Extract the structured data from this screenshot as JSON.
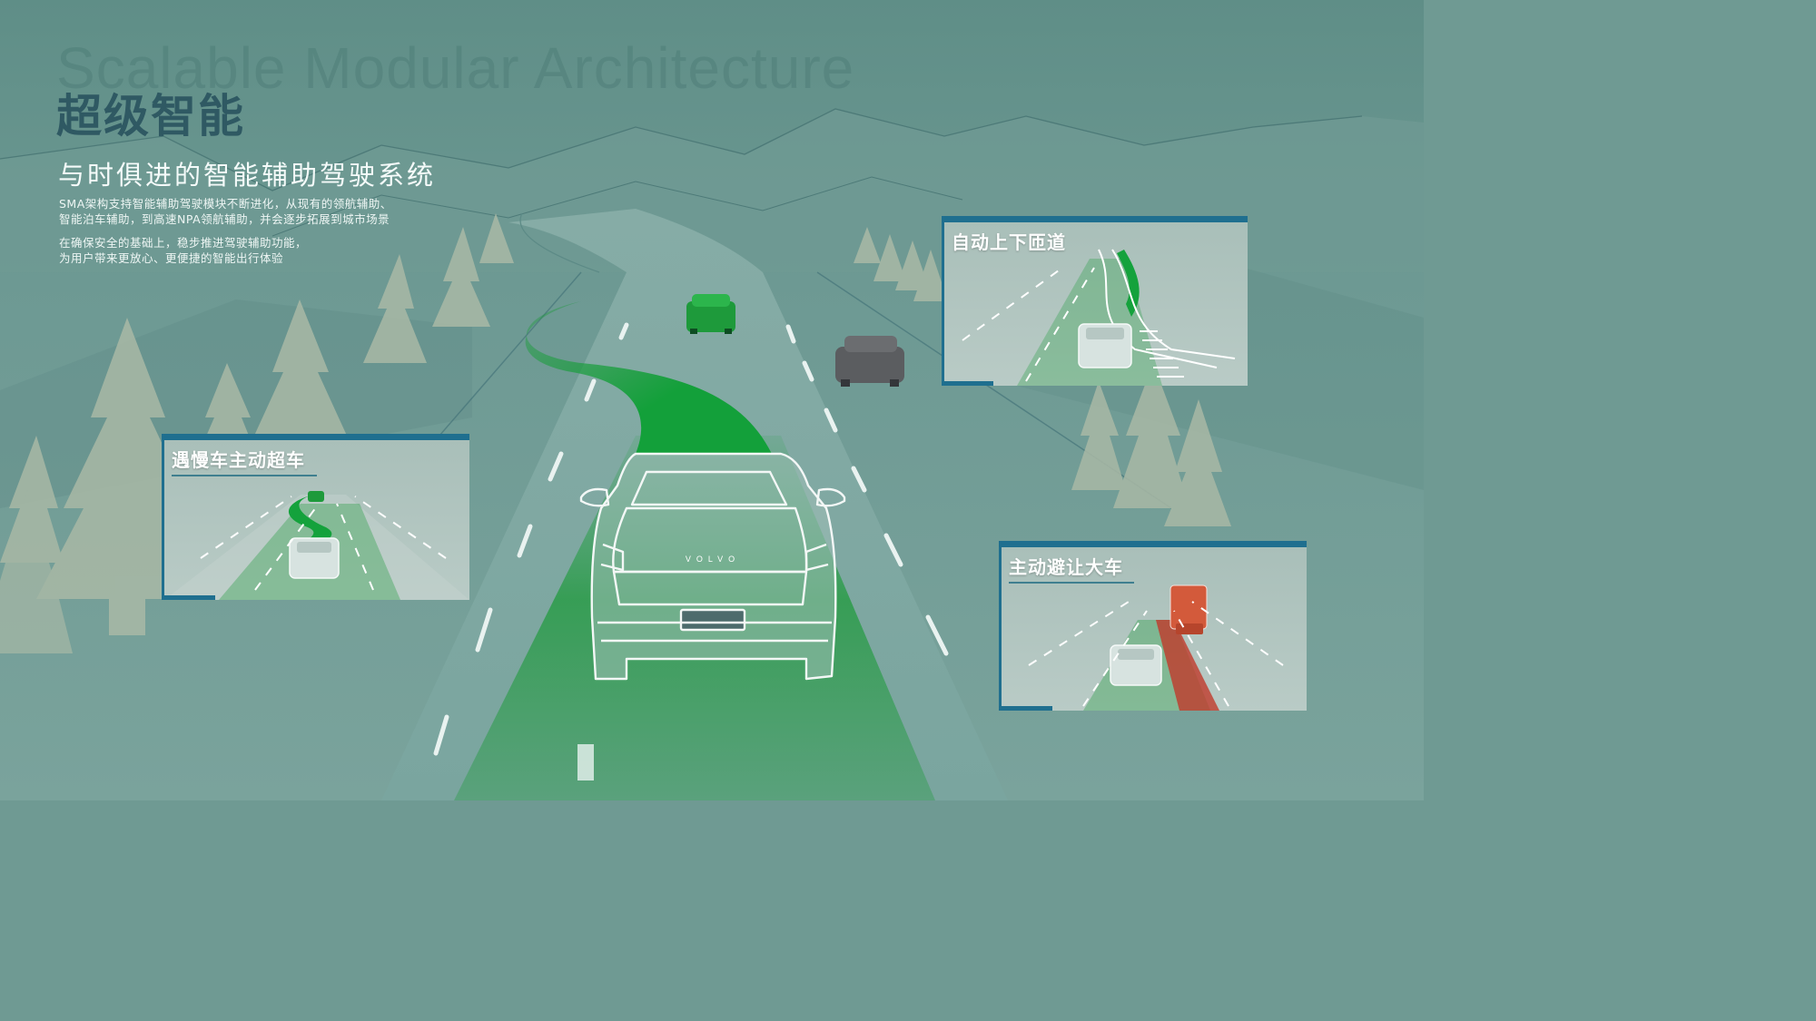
{
  "hero": {
    "watermark": "Scalable Modular Architecture",
    "title": "超级智能",
    "subtitle": "与时俱进的智能辅助驾驶系统",
    "paragraph1": "SMA架构支持智能辅助驾驶模块不断进化，从现有的领航辅助、\n智能泊车辅助，到高速NPA领航辅助，并会逐步拓展到城市场景",
    "paragraph2": "在确保安全的基础上，稳步推进驾驶辅助功能，\n为用户带来更放心、更便捷的智能出行体验"
  },
  "car": {
    "badge": "VOLVO"
  },
  "panels": [
    {
      "id": "overtake",
      "label": "遇慢车主动超车"
    },
    {
      "id": "ramp",
      "label": "自动上下匝道"
    },
    {
      "id": "avoid",
      "label": "主动避让大车"
    }
  ],
  "colors": {
    "path_green": "#1f9a3c",
    "avoid_red": "#c0392b",
    "panel_border": "#1f6f8f",
    "title": "#2f5963"
  }
}
